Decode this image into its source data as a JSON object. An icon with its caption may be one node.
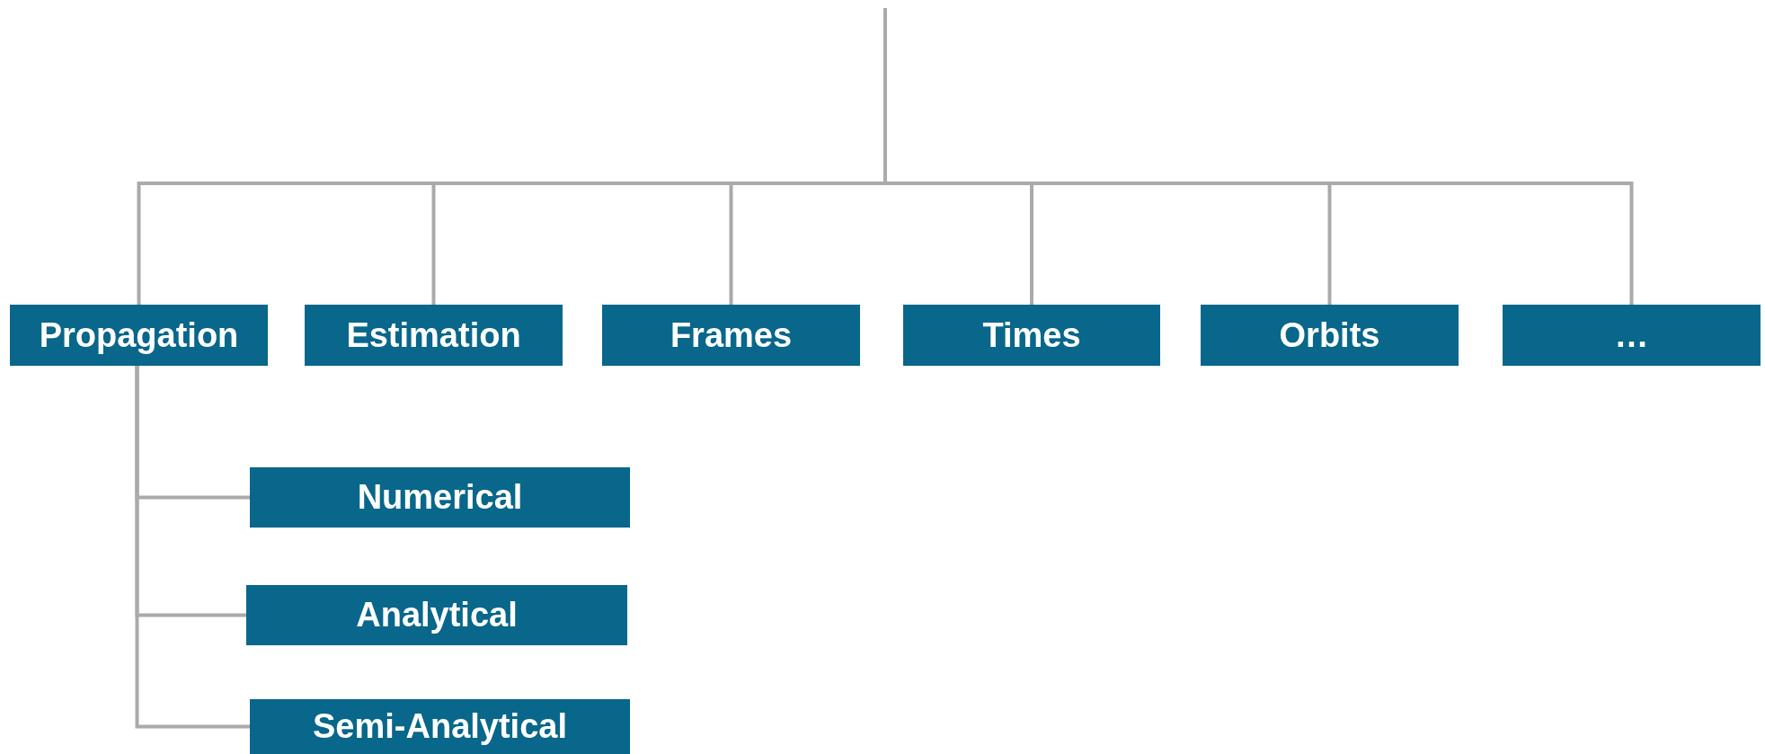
{
  "diagram": {
    "nodes": [
      {
        "text": [
          "Propagation"
        ]
      },
      {
        "text": [
          "Estimation"
        ]
      },
      {
        "text": [
          "Frames"
        ]
      },
      {
        "text": [
          "Times"
        ]
      },
      {
        "text": [
          "Orbits"
        ]
      },
      {
        "text": [
          "…"
        ]
      },
      {
        "text": [
          "Numerical"
        ]
      },
      {
        "text": [
          "Analytical"
        ]
      },
      {
        "text": [
          "Semi-Analytical"
        ]
      }
    ],
    "edges": [
      {
        "from": null,
        "to": 0,
        "arrow": "none"
      },
      {
        "from": null,
        "to": 1,
        "arrow": "none"
      },
      {
        "from": null,
        "to": 2,
        "arrow": "none"
      },
      {
        "from": null,
        "to": 3,
        "arrow": "none"
      },
      {
        "from": null,
        "to": 4,
        "arrow": "none"
      },
      {
        "from": null,
        "to": 5,
        "arrow": "none"
      },
      {
        "from": 0,
        "to": 6,
        "arrow": "none"
      },
      {
        "from": 0,
        "to": 7,
        "arrow": "none"
      },
      {
        "from": 0,
        "to": 8,
        "arrow": "none"
      }
    ]
  }
}
